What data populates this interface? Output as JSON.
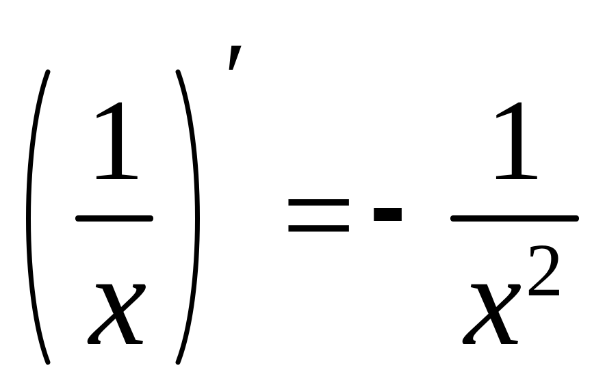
{
  "formula": {
    "lhs": {
      "numerator": "1",
      "denominator": "x",
      "prime": "′"
    },
    "equals": "=",
    "minus": "-",
    "rhs": {
      "numerator": "1",
      "denominator": "x",
      "exponent": "2"
    }
  },
  "colors": {
    "ink": "#000000",
    "background": "#ffffff"
  }
}
